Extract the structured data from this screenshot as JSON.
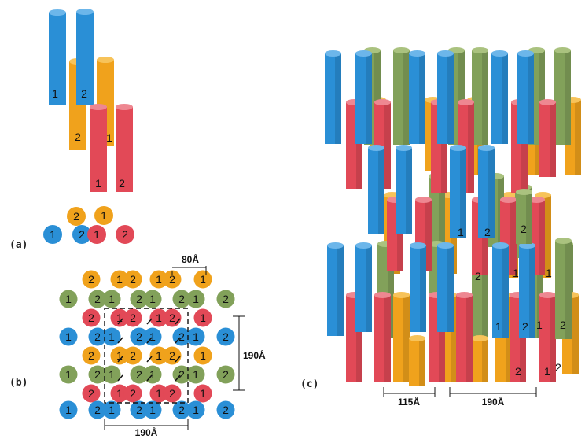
{
  "colors": {
    "blue": "#2a8fd6",
    "orange": "#f0a21c",
    "red": "#e24957",
    "green": "#82a15a"
  },
  "panel_labels": {
    "a": "(a)",
    "b": "(b)",
    "c": "(c)"
  },
  "panel_a": {
    "rods": [
      {
        "color": "blue",
        "label": "1"
      },
      {
        "color": "blue",
        "label": "2"
      },
      {
        "color": "orange",
        "label": "2"
      },
      {
        "color": "orange",
        "label": "1"
      },
      {
        "color": "red",
        "label": "1"
      },
      {
        "color": "red",
        "label": "2"
      }
    ],
    "circles": [
      {
        "color": "orange",
        "label": "2"
      },
      {
        "color": "orange",
        "label": "1"
      },
      {
        "color": "blue",
        "label": "1"
      },
      {
        "color": "blue",
        "label": "2"
      },
      {
        "color": "red",
        "label": "1"
      },
      {
        "color": "red",
        "label": "2"
      }
    ]
  },
  "panel_b": {
    "rows": [
      {
        "color": "orange",
        "labels": [
          "2",
          "1",
          "2",
          "1",
          "2",
          "1"
        ]
      },
      {
        "color": "green",
        "labels": [
          "1",
          "2",
          "1",
          "2",
          "1",
          "2",
          "1",
          "2"
        ]
      },
      {
        "color": "red",
        "labels": [
          "2",
          "1",
          "2",
          "1",
          "2",
          "1"
        ]
      },
      {
        "color": "blue",
        "labels": [
          "1",
          "2",
          "1",
          "2",
          "1",
          "2",
          "1",
          "2"
        ]
      },
      {
        "color": "orange",
        "labels": [
          "2",
          "1",
          "2",
          "1",
          "2",
          "1"
        ]
      },
      {
        "color": "green",
        "labels": [
          "1",
          "2",
          "1",
          "2",
          "1",
          "2",
          "1",
          "2"
        ]
      },
      {
        "color": "red",
        "labels": [
          "2",
          "1",
          "2",
          "1",
          "2",
          "1"
        ]
      },
      {
        "color": "blue",
        "labels": [
          "1",
          "2",
          "1",
          "2",
          "1",
          "2",
          "1",
          "2"
        ]
      }
    ],
    "dims": {
      "top": "80Å",
      "right": "190Å",
      "bottom": "190Å"
    }
  },
  "panel_c": {
    "dims": {
      "left": "115Å",
      "right": "190Å"
    },
    "labels": [
      "1",
      "2",
      "2",
      "2",
      "1",
      "1",
      "2",
      "1",
      "2",
      "1",
      "2",
      "1",
      "2"
    ]
  }
}
